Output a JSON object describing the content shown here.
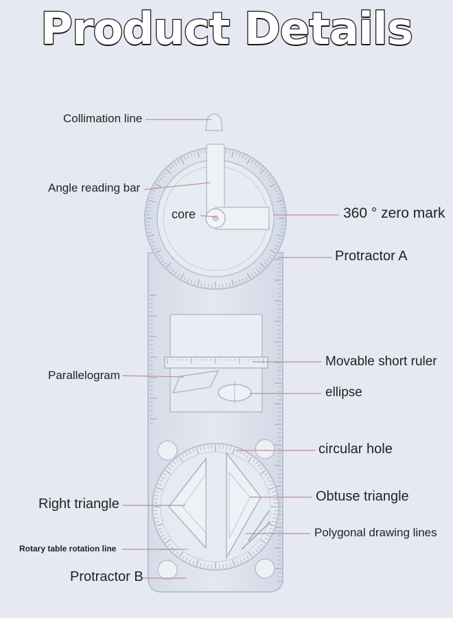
{
  "title": "Product Details",
  "labels": {
    "collimation_line": "Collimation line",
    "angle_reading_bar": "Angle reading bar",
    "core": "core",
    "zero_mark": "360 ° zero mark",
    "protractor_a": "Protractor A",
    "movable_short_ruler": "Movable short ruler",
    "parallelogram": "Parallelogram",
    "ellipse": "ellipse",
    "circular_hole": "circular hole",
    "right_triangle": "Right triangle",
    "obtuse_triangle": "Obtuse triangle",
    "polygonal_drawing_lines": "Polygonal drawing lines",
    "rotary_table_rotation_line": "Rotary table rotation line",
    "protractor_b": "Protractor B"
  },
  "colors": {
    "background": "#e6e9f1",
    "ruler_body": "#dde3ee",
    "ruler_edge": "#b7c0cf",
    "leader_line": "#c08c95",
    "text": "#222222"
  }
}
